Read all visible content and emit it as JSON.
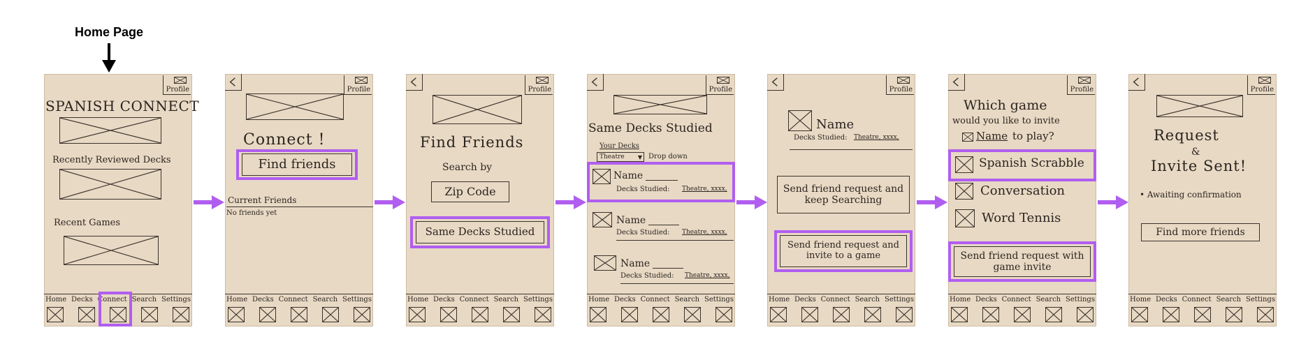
{
  "header": {
    "home_page_label": "Home Page"
  },
  "nav": {
    "labels": [
      "Home",
      "Decks",
      "Connect",
      "Search",
      "Settings"
    ]
  },
  "common": {
    "profile_label": "Profile"
  },
  "screens": {
    "home": {
      "title": "SPANISH CONNECT",
      "recent_decks": "Recently Reviewed Decks",
      "recent_games": "Recent Games"
    },
    "connect": {
      "title": "Connect !",
      "find_friends": "Find friends",
      "current_friends": "Current Friends",
      "no_friends": "No friends yet"
    },
    "find_friends": {
      "title": "Find Friends",
      "search_by": "Search by",
      "zip_code": "Zip Code",
      "same_decks": "Same Decks Studied"
    },
    "same_decks": {
      "title": "Same Decks Studied",
      "your_decks": "Your Decks",
      "deck_option": "Theatre",
      "drop_down": "Drop down",
      "name": "Name",
      "decks_studied": "Decks Studied:",
      "deck_value": "Theatre, xxxx,"
    },
    "profile": {
      "name": "Name",
      "decks_studied": "Decks Studied:",
      "deck_value": "Theatre, xxxx,",
      "send_keep": "Send friend request and keep Searching",
      "send_invite": "Send friend request and invite to a game"
    },
    "game_select": {
      "question_l1": "Which game",
      "question_l2": "would you like to invite",
      "question_name": "Name",
      "question_l3": "to play?",
      "game1": "Spanish Scrabble",
      "game2": "Conversation",
      "game3": "Word Tennis",
      "send_invite": "Send friend request with game invite"
    },
    "sent": {
      "title_l1": "Request",
      "title_l2": "&",
      "title_l3": "Invite Sent!",
      "awaiting": "• Awaiting confirmation",
      "find_more": "Find more friends"
    }
  },
  "colors": {
    "highlight": "#b05ef0",
    "paper": "#e8d9c4",
    "ink": "#2b2520"
  }
}
